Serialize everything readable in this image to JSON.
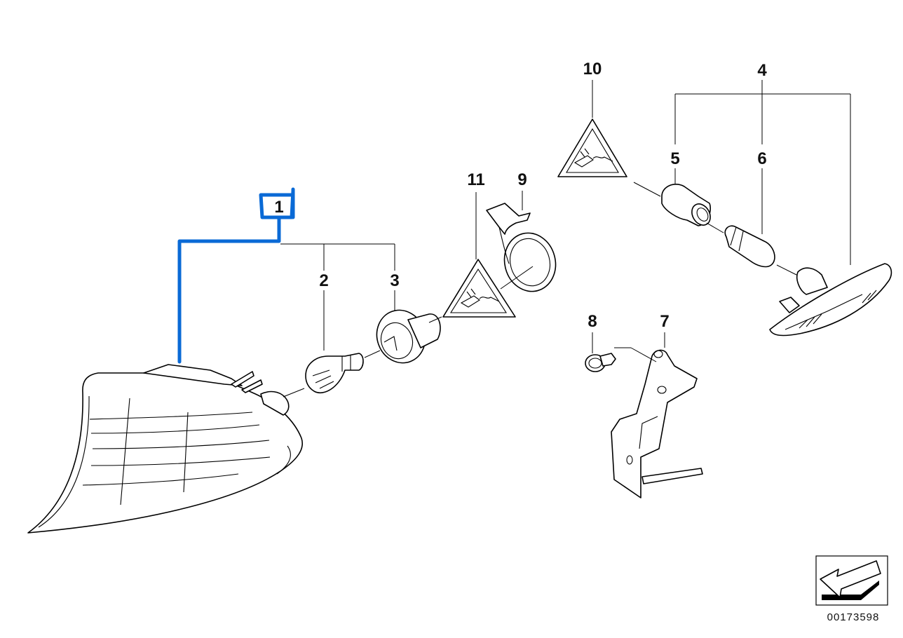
{
  "callouts": {
    "c1": "1",
    "c2": "2",
    "c3": "3",
    "c4": "4",
    "c5": "5",
    "c6": "6",
    "c7": "7",
    "c8": "8",
    "c9": "9",
    "c10": "10",
    "c11": "11"
  },
  "document_number": "00173598",
  "highlight": {
    "part": "1",
    "color": "#0a6ad6"
  },
  "icons": [
    "warning-triangle-plug-icon",
    "direction-arrow-icon"
  ]
}
